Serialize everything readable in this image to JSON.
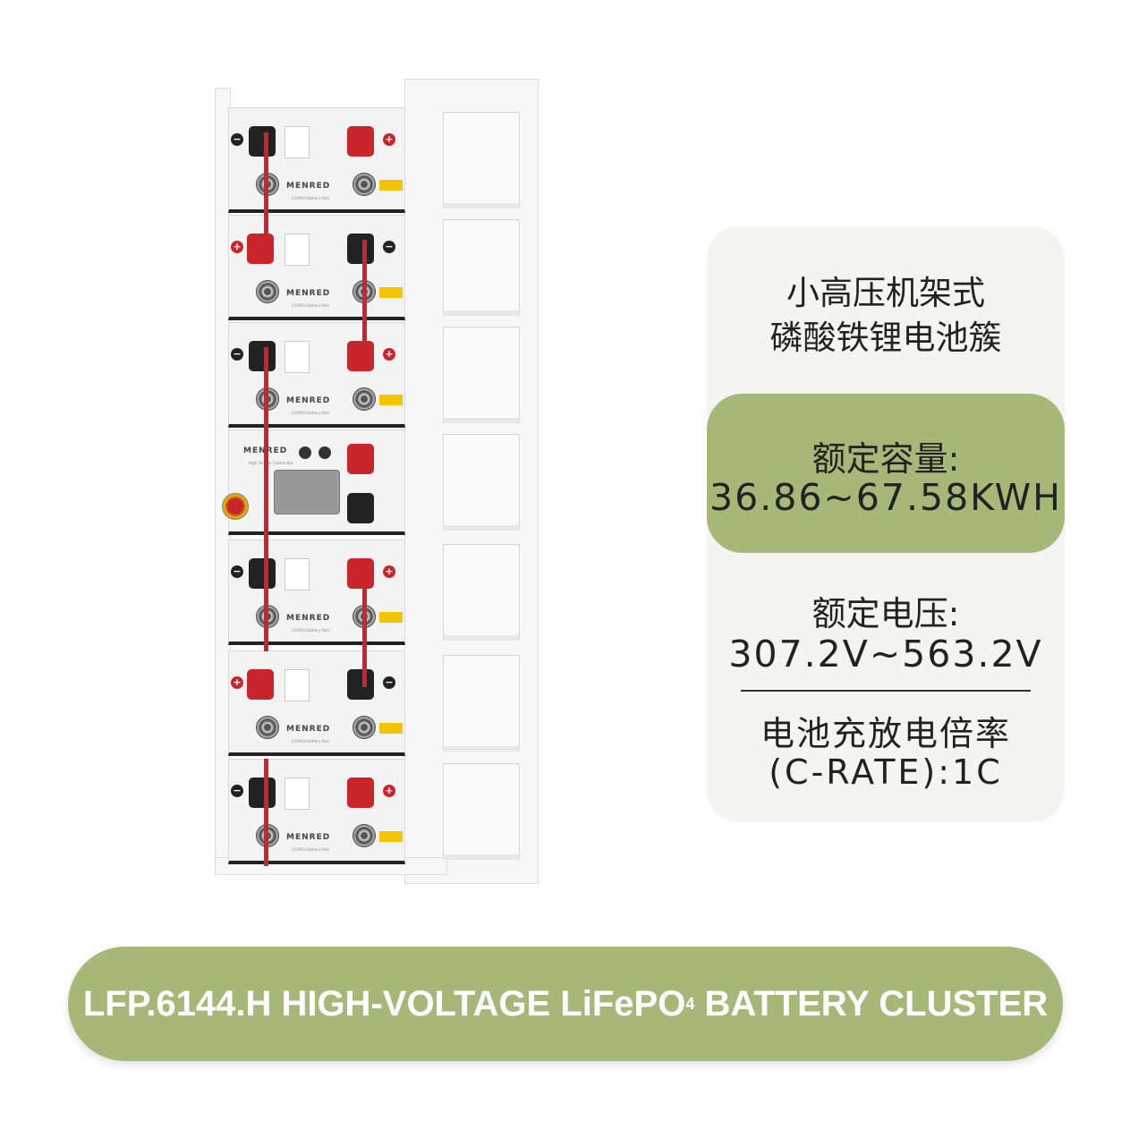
{
  "product_image": {
    "module_brand": "MENRED",
    "module_label": "LiFePO4 Battery Pack",
    "control_box_label": "High Voltage Control Box",
    "colors": {
      "positive_terminal": "#c9262b",
      "negative_terminal": "#222222"
    }
  },
  "spec_card": {
    "title_line1": "小高压机架式",
    "title_line2": "磷酸铁锂电池簇",
    "capacity_label": "额定容量:",
    "capacity_value": "36.86~67.58KWH",
    "voltage_label": "额定电压:",
    "voltage_value": "307.2V~563.2V",
    "crate_label": "电池充放电倍率",
    "crate_value": "(C-RATE):1C"
  },
  "banner": {
    "text_main": "LFP.6144.H HIGH-VOLTAGE LiFePO",
    "text_subscript": "4",
    "text_tail": " BATTERY CLUSTER"
  },
  "colors": {
    "accent_green": "#a5b878",
    "card_bg": "#f4f4f2"
  }
}
